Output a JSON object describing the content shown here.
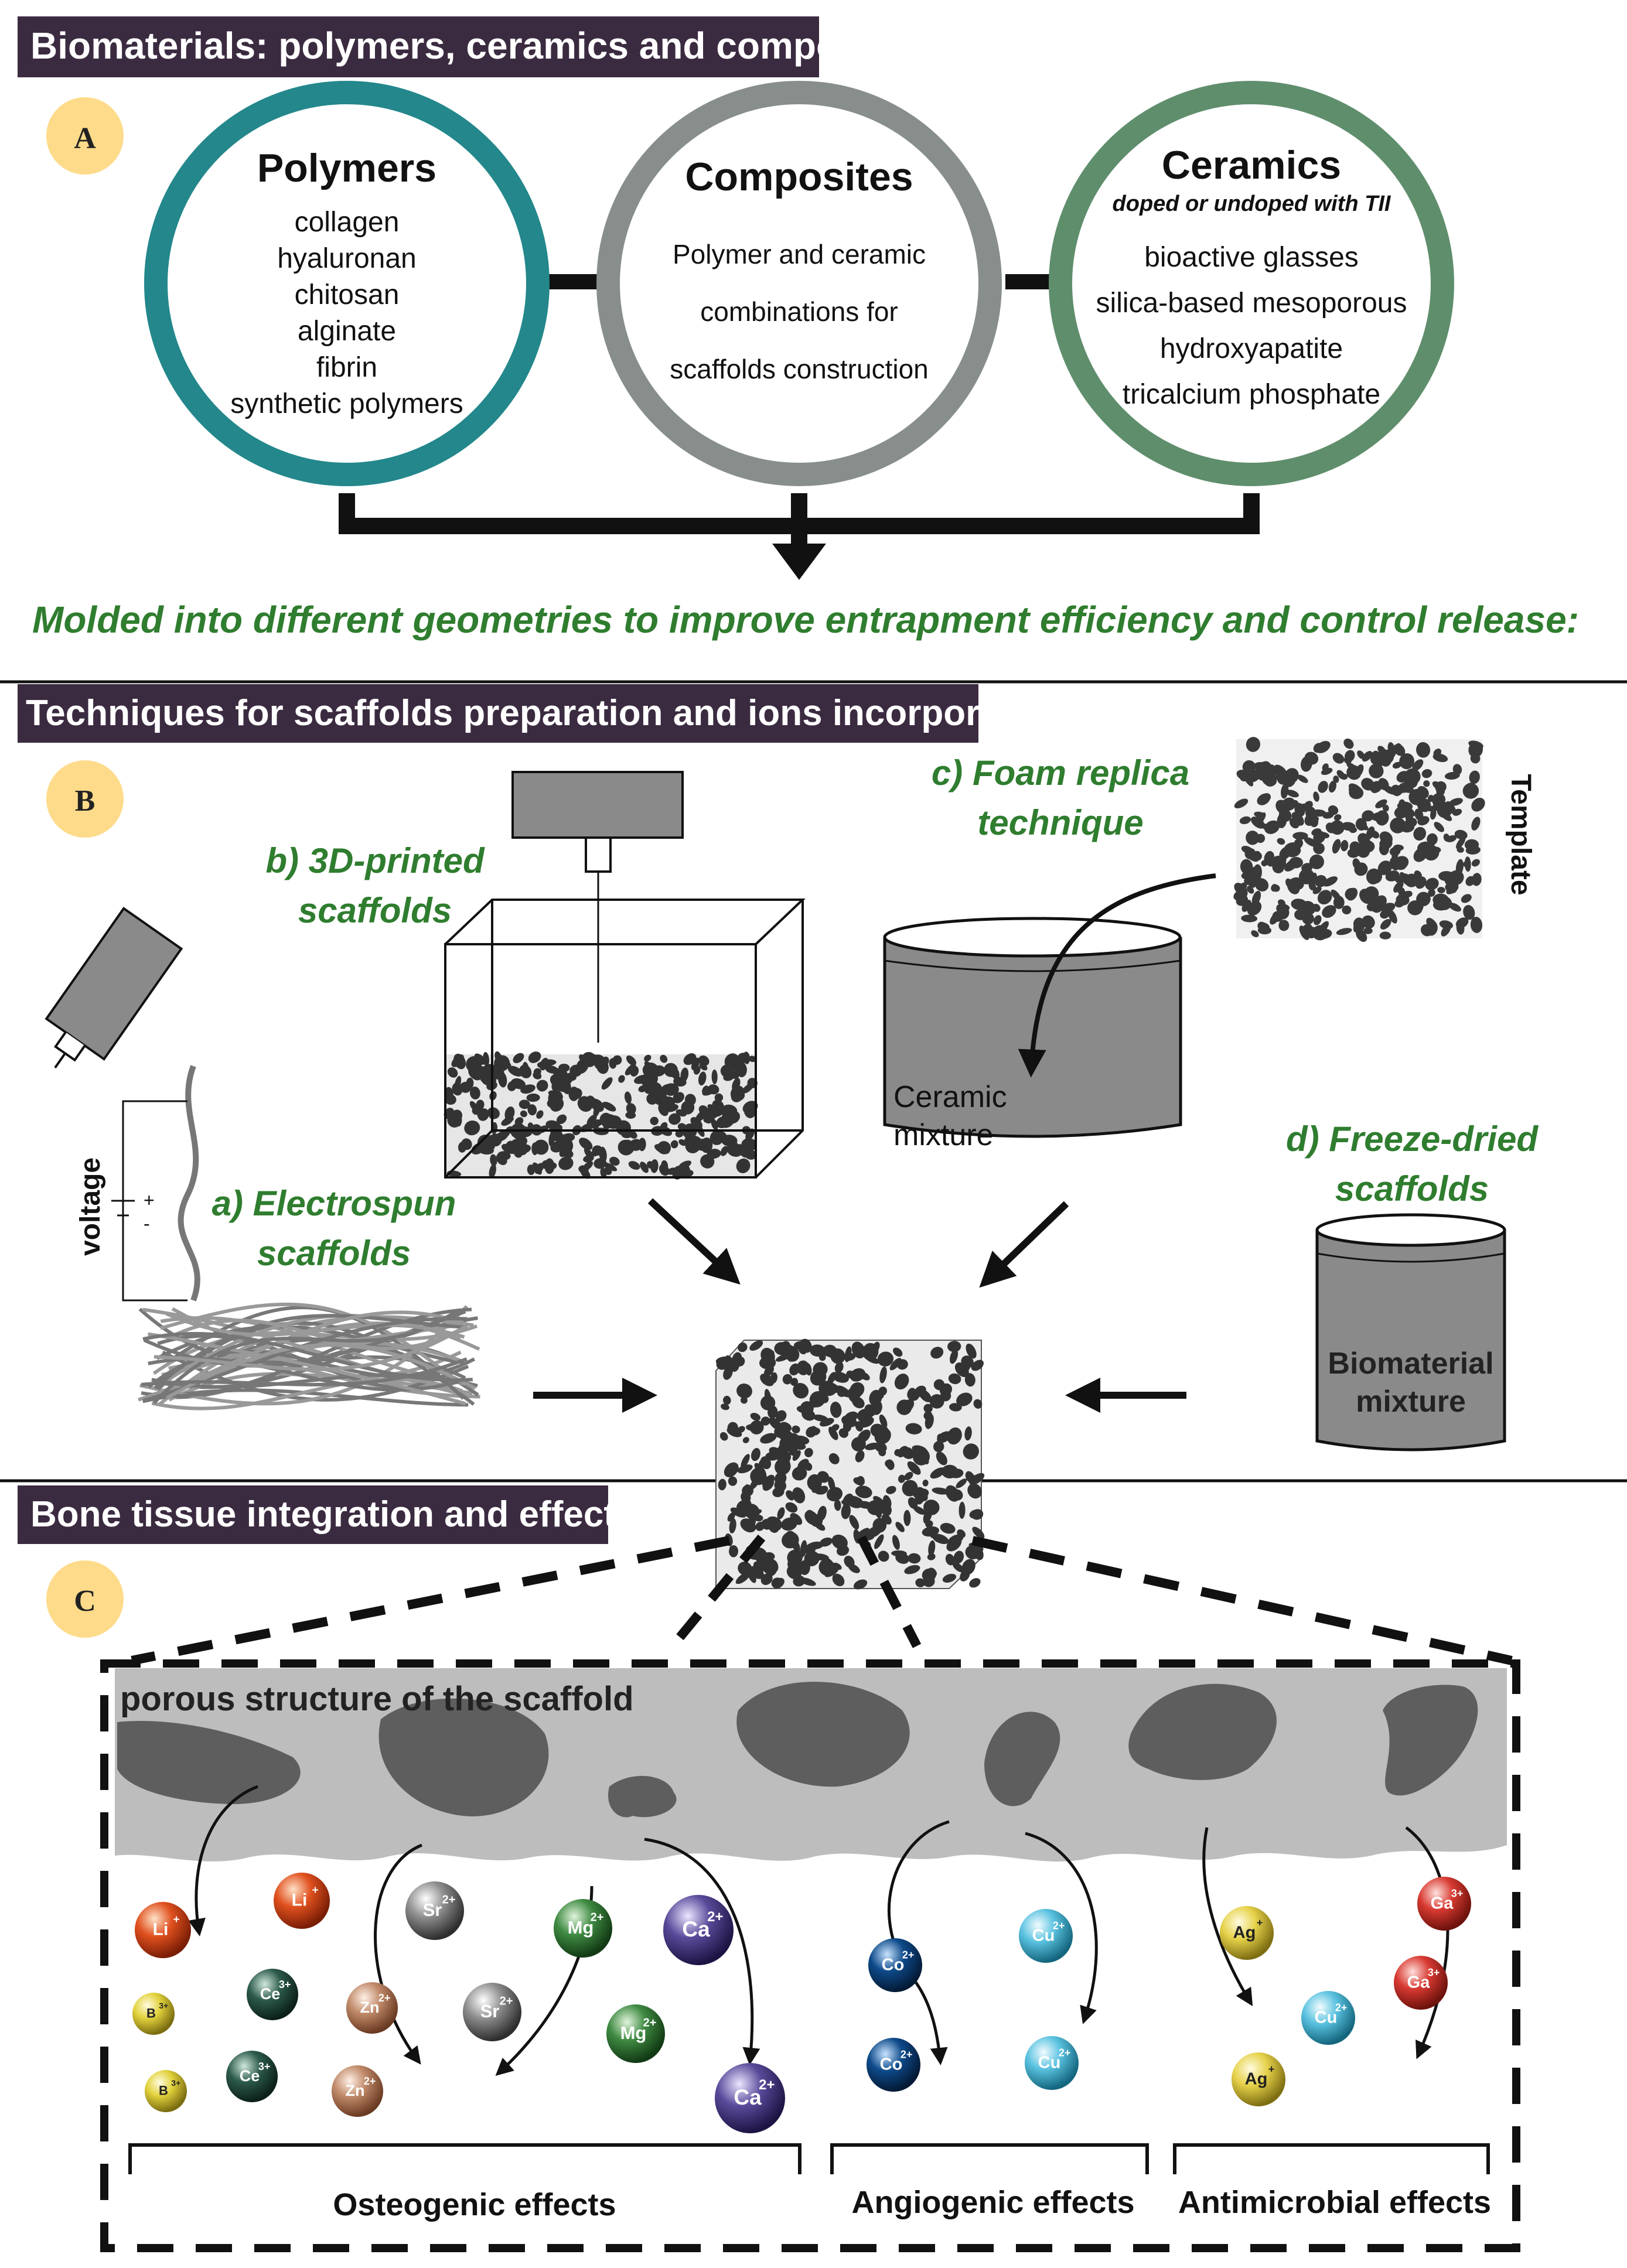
{
  "sections": {
    "a_title": "Biomaterials: polymers, ceramics and composites",
    "b_title": "Techniques for scaffolds preparation and ions incorporation",
    "c_title": "Bone tissue integration and effects"
  },
  "badges": {
    "a": "A",
    "b": "B",
    "c": "C"
  },
  "polymers": {
    "title": "Polymers",
    "items": [
      "collagen",
      "hyaluronan",
      "chitosan",
      "alginate",
      "fibrin",
      "synthetic polymers"
    ]
  },
  "composites": {
    "title": "Composites",
    "lines": [
      "Polymer and ceramic",
      "combinations for",
      "scaffolds construction"
    ]
  },
  "ceramics": {
    "title": "Ceramics",
    "subtitle": "doped or undoped with TII",
    "items": [
      "bioactive glasses",
      "silica-based mesoporous",
      "hydroxyapatite",
      "tricalcium phosphate"
    ]
  },
  "molded_caption": "Molded into different geometries to improve entrapment efficiency and control release:",
  "techniques": {
    "electrospun": [
      "a) Electrospun",
      "scaffolds"
    ],
    "printed": [
      "b) 3D-printed",
      "scaffolds"
    ],
    "foam": [
      "c) Foam replica",
      "technique"
    ],
    "freeze": [
      "d) Freeze-dried",
      "scaffolds"
    ],
    "voltage": "voltage",
    "plus": "+",
    "minus": "-",
    "template": "Template",
    "ceramic_mixture": [
      "Ceramic",
      "mixture"
    ],
    "biomaterial_mixture": [
      "Biomaterial",
      "mixture"
    ]
  },
  "bone": {
    "porous_label": "porous structure of the scaffold",
    "effects": {
      "osteogenic": "Osteogenic effects",
      "angiogenic": "Angiogenic effects",
      "antimicrobial": "Antimicrobial effects"
    },
    "ions": [
      {
        "sym": "Li",
        "chg": "+"
      },
      {
        "sym": "Li",
        "chg": "+"
      },
      {
        "sym": "B",
        "chg": "3+"
      },
      {
        "sym": "B",
        "chg": "3+"
      },
      {
        "sym": "Ce",
        "chg": "3+"
      },
      {
        "sym": "Ce",
        "chg": "3+"
      },
      {
        "sym": "Zn",
        "chg": "2+"
      },
      {
        "sym": "Zn",
        "chg": "2+"
      },
      {
        "sym": "Sr",
        "chg": "2+"
      },
      {
        "sym": "Sr",
        "chg": "2+"
      },
      {
        "sym": "Mg",
        "chg": "2+"
      },
      {
        "sym": "Mg",
        "chg": "2+"
      },
      {
        "sym": "Ca",
        "chg": "2+"
      },
      {
        "sym": "Ca",
        "chg": "2+"
      },
      {
        "sym": "Co",
        "chg": "2+"
      },
      {
        "sym": "Co",
        "chg": "2+"
      },
      {
        "sym": "Cu",
        "chg": "2+"
      },
      {
        "sym": "Cu",
        "chg": "2+"
      },
      {
        "sym": "Ag",
        "chg": "+"
      },
      {
        "sym": "Ag",
        "chg": "+"
      },
      {
        "sym": "Cu",
        "chg": "2+"
      },
      {
        "sym": "Ga",
        "chg": "3+"
      },
      {
        "sym": "Ga",
        "chg": "3+"
      }
    ]
  },
  "colors": {
    "header_bg": "#3b2b40",
    "badge": "#fddb8a",
    "teal": "#23878b",
    "gray_ring": "#878e8c",
    "green_ring": "#5f8e6c",
    "green_text": "#2f7d2f",
    "scaffold_band": "#bdbdbd",
    "pore": "#5e5e5e",
    "ion_li": "#e0501e",
    "ion_b": "#e2d23c",
    "ion_ce": "#2c5a4a",
    "ion_zn": "#c08a6a",
    "ion_sr": "#8e8e8e",
    "ion_mg": "#3f8a42",
    "ion_ca": "#5a4a9a",
    "ion_co": "#0e4a8a",
    "ion_cu": "#5ac2e0",
    "ion_ag": "#e6d24a",
    "ion_ga": "#d83a32"
  }
}
